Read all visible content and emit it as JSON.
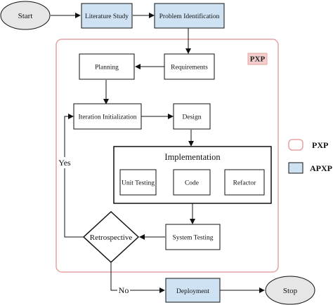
{
  "nodes": {
    "start": "Start",
    "literature_study": "Literature Study",
    "problem_identification": "Problem Identification",
    "requirements": "Requirements",
    "planning": "Planning",
    "iteration_initialization": "Iteration Initialization",
    "design": "Design",
    "implementation": "Implementation",
    "unit_testing": "Unit Testing",
    "code": "Code",
    "refactor": "Refactor",
    "system_testing": "System Testing",
    "retrospective": "Retrospective",
    "deployment": "Deployment",
    "stop": "Stop"
  },
  "edge_labels": {
    "yes": "Yes",
    "no": "No"
  },
  "region_label": "PXP",
  "legend": {
    "pxp": "PXP",
    "apxp": "APXP"
  },
  "colors": {
    "apxp_fill": "#cfe2f3",
    "pxp_border": "#e6a3a3",
    "pxp_tag_fill": "#f4cccc",
    "terminal_fill": "#e6e6e6",
    "stroke": "#111111"
  }
}
